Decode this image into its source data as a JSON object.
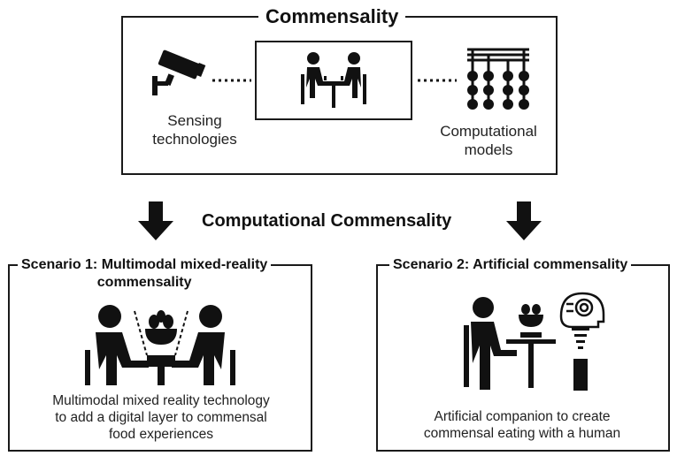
{
  "top": {
    "title": "Commensality",
    "sensing_label_line1": "Sensing",
    "sensing_label_line2": "technologies",
    "models_label_line1": "Computational",
    "models_label_line2": "models",
    "icons": [
      "camera-icon",
      "diners-icon",
      "neural-network-icon"
    ]
  },
  "middle": {
    "title": "Computational Commensality"
  },
  "scenario1": {
    "title_line1": "Scenario 1: Multimodal mixed-reality",
    "title_line2": "commensality",
    "desc_line1": "Multimodal mixed reality technology",
    "desc_line2": "to add a digital layer to commensal",
    "desc_line3": "food experiences",
    "icon": "mixed-reality-dining-icon"
  },
  "scenario2": {
    "title": "Scenario 2: Artificial commensality",
    "desc_line1": "Artificial companion to create",
    "desc_line2": "commensal eating with a human",
    "icon": "robot-companion-dining-icon"
  },
  "colors": {
    "ink": "#111111",
    "border": "#1a1a1a"
  }
}
